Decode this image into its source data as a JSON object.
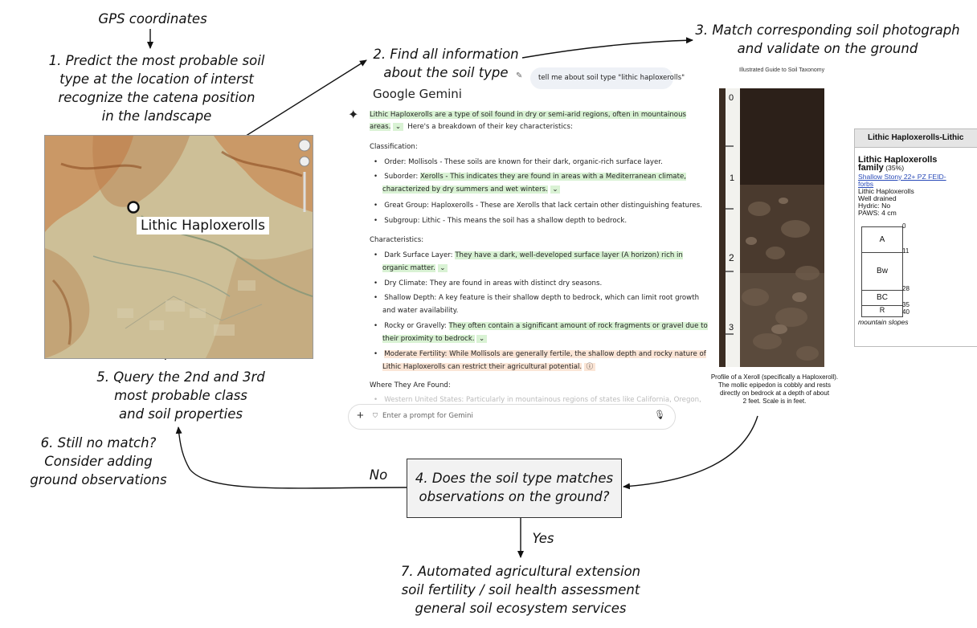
{
  "steps": {
    "gps": "GPS coordinates",
    "s1": [
      "1. Predict the most probable soil",
      "type at the location of interst",
      "recognize the catena position",
      "in the landscape"
    ],
    "s2": [
      "2. Find all information",
      "about the soil type"
    ],
    "s3": [
      "3. Match corresponding soil photograph",
      "and validate on the ground"
    ],
    "s4": [
      "4. Does the soil type matches",
      "observations on the ground?"
    ],
    "s5": [
      "5. Query the 2nd and 3rd",
      "most probable class",
      "and soil properties"
    ],
    "s6": [
      "6. Still no match?",
      "Consider adding",
      "ground observations"
    ],
    "s7": [
      "7. Automated agricultural extension",
      "soil fertility / soil health assessment",
      "general soil ecosystem services"
    ],
    "no": "No",
    "yes": "Yes"
  },
  "map": {
    "label": "Lithic Haploxerolls"
  },
  "gemini": {
    "brand": "Google Gemini",
    "user_prompt": "tell me about soil type \"lithic haploxerolls\"",
    "intro_highlight": "Lithic Haploxerolls are a type of soil found in dry or semi-arid regions, often in mountainous",
    "intro_highlight2": "areas.",
    "intro_rest": "Here's a breakdown of their key characteristics:",
    "classification_heading": "Classification:",
    "classification": [
      {
        "label": "Order:",
        "text": "Mollisols - These soils are known for their dark, organic-rich surface layer."
      },
      {
        "label": "Suborder:",
        "text": "Xerolls - This indicates they are found in areas with a Mediterranean climate,",
        "text2": "characterized by dry summers and wet winters."
      },
      {
        "label": "Great Group:",
        "text": "Haploxerolls - These are Xerolls that lack certain other distinguishing features."
      },
      {
        "label": "Subgroup:",
        "text": "Lithic - This means the soil has a shallow depth to bedrock."
      }
    ],
    "characteristics_heading": "Characteristics:",
    "characteristics": [
      {
        "label": "Dark Surface Layer:",
        "text": "They have a dark, well-developed surface layer (A horizon) rich in",
        "text2": "organic matter."
      },
      {
        "label": "Dry Climate:",
        "text": "They are found in areas with distinct dry seasons."
      },
      {
        "label": "Shallow Depth:",
        "text": "A key feature is their shallow depth to bedrock, which can limit root growth",
        "text2": "and water availability."
      },
      {
        "label": "Rocky or Gravelly:",
        "text": "They often contain a significant amount of rock fragments or gravel due to",
        "text2": "their proximity to bedrock."
      },
      {
        "label": "Moderate Fertility:",
        "text": "While Mollisols are generally fertile, the shallow depth and rocky nature of",
        "text2": "Lithic Haploxerolls can restrict their agricultural potential."
      }
    ],
    "where_heading": "Where They Are Found:",
    "where_item": "Western United States: Particularly in mountainous regions of states like California, Oregon,",
    "prompt_placeholder": "Enter a prompt for Gemini",
    "plus": "+"
  },
  "guide": {
    "title": "Illustrated Guide to Soil Taxonomy",
    "caption": [
      "Profile of a Xeroll (specifically a Haploxeroll).",
      "The mollic epipedon is cobbly and rests",
      "directly on bedrock at a depth of about",
      "2 feet. Scale is in feet."
    ],
    "scale_marks": [
      "0",
      "1",
      "2",
      "3"
    ]
  },
  "panel": {
    "header": "Lithic Haploxerolls-Lithic",
    "title1": "Lithic Haploxerolls",
    "title2": "family",
    "pct": "(35%)",
    "link1": "Shallow Stony 22+ PZ FEID-",
    "link2": "forbs",
    "line1": "Lithic Haploxerolls",
    "line2": "Well drained",
    "line3": "Hydric: No",
    "line4": "PAWS: 4 cm",
    "horizons": [
      "A",
      "Bw",
      "BC",
      "R"
    ],
    "depths": [
      "0",
      "11",
      "28",
      "35",
      "40"
    ],
    "footer": "mountain slopes"
  },
  "colors": {
    "highlight_green": "#d9f2d4",
    "highlight_orange": "#fbe5d6",
    "decision_box": "#f2f2f2"
  }
}
